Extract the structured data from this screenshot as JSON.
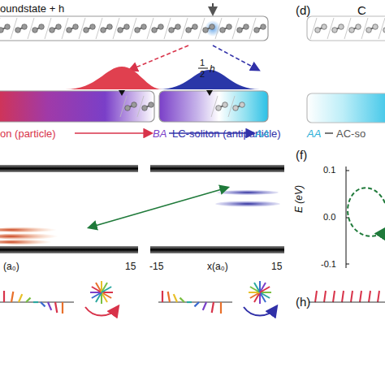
{
  "diagram": {
    "labels": [
      "oundstate + h",
      "(d)",
      "C",
      "1",
      "2",
      "h",
      "on (particle)",
      "BA",
      "LC-soliton (antiparticle)",
      "AA",
      "AA",
      "AC-so",
      "(a₀)",
      "15",
      "-15",
      "x(a₀)",
      "15",
      "(f)",
      "E (eV)",
      "0.1",
      "0.0",
      "-0.1",
      "(h)"
    ]
  }
}
